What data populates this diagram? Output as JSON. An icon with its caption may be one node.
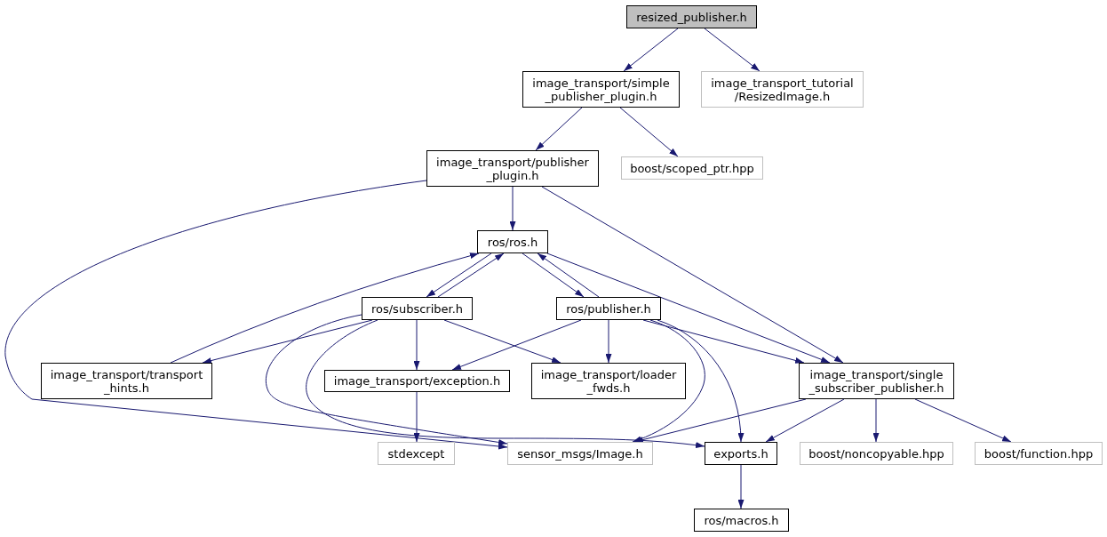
{
  "diagram": {
    "nodes": [
      {
        "text": [
          "resized_publisher.h"
        ]
      },
      {
        "text": [
          "image_transport/simple _publisher_plugin.h"
        ]
      },
      {
        "text": [
          "image_transport_tutorial /ResizedImage.h"
        ]
      },
      {
        "text": [
          "image_transport/publisher _plugin.h"
        ]
      },
      {
        "text": [
          "boost/scoped_ptr.hpp"
        ]
      },
      {
        "text": [
          "ros/ros.h"
        ]
      },
      {
        "text": [
          "ros/subscriber.h"
        ]
      },
      {
        "text": [
          "ros/publisher.h"
        ]
      },
      {
        "text": [
          "image_transport/transport _hints.h"
        ]
      },
      {
        "text": [
          "image_transport/exception.h"
        ]
      },
      {
        "text": [
          "image_transport/loader _fwds.h"
        ]
      },
      {
        "text": [
          "image_transport/single _subscriber_publisher.h"
        ]
      },
      {
        "text": [
          "stdexcept"
        ]
      },
      {
        "text": [
          "sensor_msgs/Image.h"
        ]
      },
      {
        "text": [
          "exports.h"
        ]
      },
      {
        "text": [
          "boost/noncopyable.hpp"
        ]
      },
      {
        "text": [
          "boost/function.hpp"
        ]
      },
      {
        "text": [
          "ros/macros.h"
        ]
      }
    ],
    "edges": [
      {
        "from": 0,
        "to": 1,
        "arrow": "to"
      },
      {
        "from": 0,
        "to": 2,
        "arrow": "to"
      },
      {
        "from": 1,
        "to": 3,
        "arrow": "to"
      },
      {
        "from": 1,
        "to": 4,
        "arrow": "to"
      },
      {
        "from": 3,
        "to": 5,
        "arrow": "to"
      },
      {
        "from": 3,
        "to": 11,
        "arrow": "to"
      },
      {
        "from": 3,
        "to": 13,
        "arrow": "to"
      },
      {
        "from": 5,
        "to": 6,
        "arrow": "to"
      },
      {
        "from": 5,
        "to": 7,
        "arrow": "to"
      },
      {
        "from": 5,
        "to": 11,
        "arrow": "to"
      },
      {
        "from": 6,
        "to": 5,
        "arrow": "to"
      },
      {
        "from": 6,
        "to": 8,
        "arrow": "to"
      },
      {
        "from": 6,
        "to": 9,
        "arrow": "to"
      },
      {
        "from": 6,
        "to": 10,
        "arrow": "to"
      },
      {
        "from": 6,
        "to": 13,
        "arrow": "to"
      },
      {
        "from": 6,
        "to": 14,
        "arrow": "to"
      },
      {
        "from": 7,
        "to": 5,
        "arrow": "to"
      },
      {
        "from": 7,
        "to": 9,
        "arrow": "to"
      },
      {
        "from": 7,
        "to": 10,
        "arrow": "to"
      },
      {
        "from": 7,
        "to": 11,
        "arrow": "to"
      },
      {
        "from": 7,
        "to": 13,
        "arrow": "to"
      },
      {
        "from": 7,
        "to": 14,
        "arrow": "to"
      },
      {
        "from": 8,
        "to": 5,
        "arrow": "to"
      },
      {
        "from": 9,
        "to": 12,
        "arrow": "to"
      },
      {
        "from": 11,
        "to": 13,
        "arrow": "to"
      },
      {
        "from": 11,
        "to": 14,
        "arrow": "to"
      },
      {
        "from": 11,
        "to": 15,
        "arrow": "to"
      },
      {
        "from": 11,
        "to": 16,
        "arrow": "to"
      },
      {
        "from": 14,
        "to": 17,
        "arrow": "to"
      }
    ]
  }
}
